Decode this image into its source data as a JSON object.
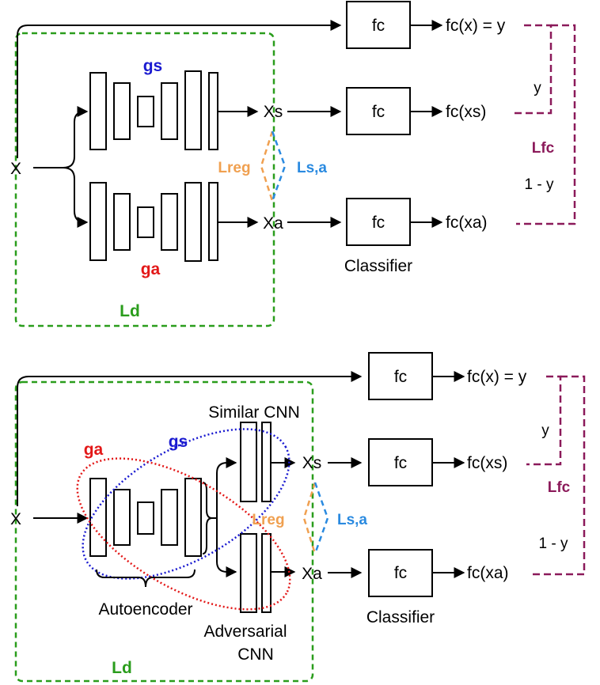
{
  "colors": {
    "ld": "#2a9d1c",
    "gs": "#1a1ad0",
    "ga": "#e31818",
    "lreg": "#f0a050",
    "lsa": "#2a8ae0",
    "lfc": "#8b1a5a"
  },
  "top": {
    "input": "X",
    "gs": "gs",
    "ga": "ga",
    "xs": "Xs",
    "xa": "Xa",
    "lreg": "Lreg",
    "lsa": "Ls,a",
    "fc1": "fc",
    "fc2": "fc",
    "fc3": "fc",
    "out1": "fc(x) = y",
    "out2": "fc(xs)",
    "out3": "fc(xa)",
    "y": "y",
    "one_minus_y": "1 - y",
    "lfc": "Lfc",
    "classifier": "Classifier",
    "ld": "Ld"
  },
  "bottom": {
    "input": "X",
    "similar_cnn": "Similar CNN",
    "gs": "gs",
    "ga": "ga",
    "xs": "Xs",
    "xa": "Xa",
    "lreg": "Lreg",
    "lsa": "Ls,a",
    "fc1": "fc",
    "fc2": "fc",
    "fc3": "fc",
    "out1": "fc(x) = y",
    "out2": "fc(xs)",
    "out3": "fc(xa)",
    "y": "y",
    "one_minus_y": "1 - y",
    "lfc": "Lfc",
    "autoencoder": "Autoencoder",
    "adversarial_line1": "Adversarial",
    "adversarial_line2": "CNN",
    "classifier": "Classifier",
    "ld": "Ld"
  }
}
